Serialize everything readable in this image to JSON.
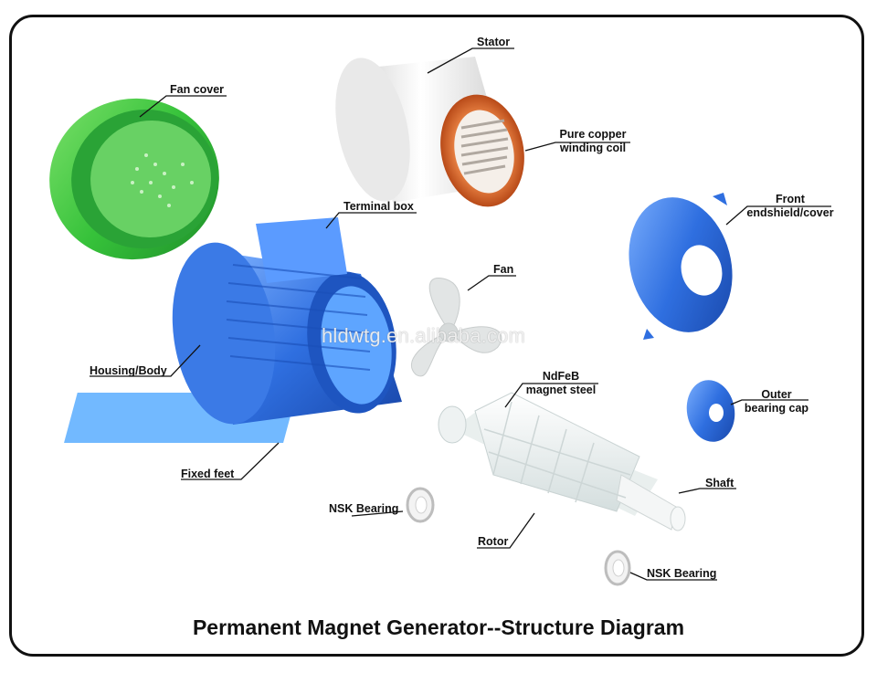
{
  "title": "Permanent Magnet Generator--Structure Diagram",
  "watermark": "hldwtg.en.alibaba.com",
  "labels": {
    "stator": "Stator",
    "fan_cover": "Fan cover",
    "pure_copper_1": "Pure copper",
    "pure_copper_2": "winding coil",
    "terminal_box": "Terminal box",
    "front_1": "Front",
    "front_2": "endshield/cover",
    "fan": "Fan",
    "housing": "Housing/Body",
    "ndfeb_1": "NdFeB",
    "ndfeb_2": "magnet steel",
    "outer_1": "Outer",
    "outer_2": "bearing cap",
    "fixed_feet": "Fixed feet",
    "shaft": "Shaft",
    "nsk_bearing_left": "NSK Bearing",
    "rotor": "Rotor",
    "nsk_bearing_right": "NSK Bearing"
  },
  "colors": {
    "fan_cover": "#37c23a",
    "housing": "#2f6fe0",
    "stator_body": "#f2f2f2",
    "copper": "#d9662a",
    "endshield": "#3b7ae6",
    "rotor": "#f3f6f6",
    "fan": "#e4e6e6"
  }
}
